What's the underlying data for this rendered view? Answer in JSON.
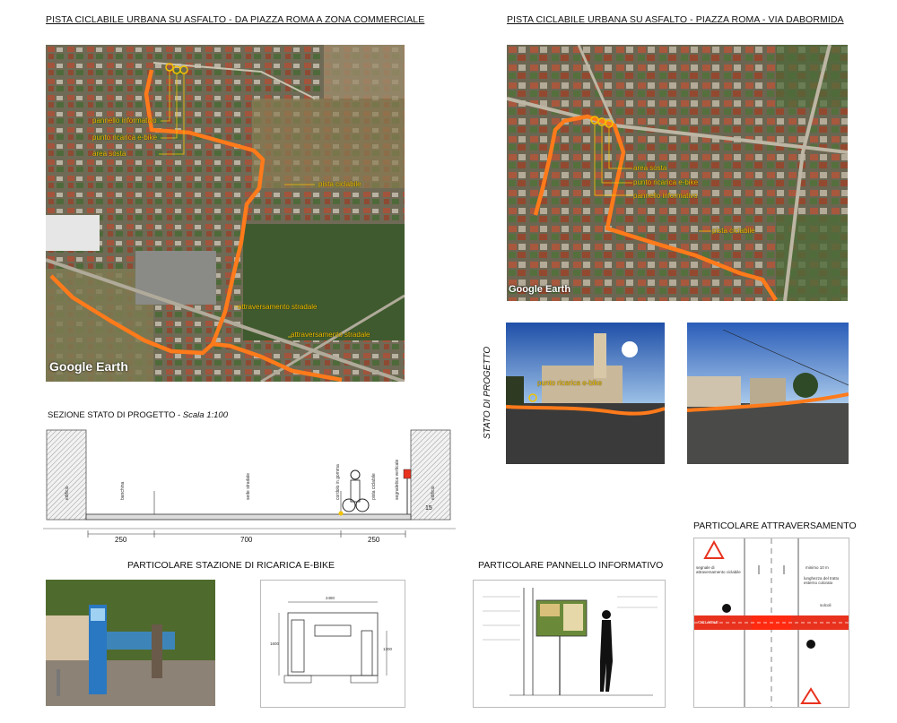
{
  "left_map": {
    "title": "PISTA CICLABILE URBANA SU ASFALTO - DA PIAZZA ROMA A ZONA COMMERCIALE",
    "labels": {
      "pannello": "pannello informativo",
      "ricarica": "punto ricarica e-bike",
      "sosta": "area sosta",
      "pista": "pista ciclabile",
      "attr1": "attraversamento stradale",
      "attr2": "attraversamento stradale"
    },
    "watermark": "Google Earth"
  },
  "right_map": {
    "title": "PISTA CICLABILE URBANA SU ASFALTO  -  PIAZZA ROMA  -   VIA DABORMIDA",
    "labels": {
      "sosta": "area sosta",
      "ricarica": "punto ricarica e-bike",
      "pannello": "pannello informativo",
      "pista": "pista ciclabile"
    },
    "watermark": "Google Earth"
  },
  "stato_progetto": {
    "label": "STATO DI PROGETTO",
    "photo1_label": "punto ricarica e-bike"
  },
  "section": {
    "title": "SEZIONE STATO DI PROGETTO - ",
    "scale": "Scala 1:100",
    "labels": {
      "edificio_l": "edificio",
      "banchina": "banchina",
      "sede": "sede stradale",
      "cordolo": "cordolo in gomma",
      "pista": "pista ciclabile",
      "segnaletica": "segnaletica verticale",
      "edificio_r": "edificio",
      "h15": "15"
    },
    "dims": [
      "250",
      "700",
      "250"
    ]
  },
  "details": {
    "ricarica_title": "PARTICOLARE STAZIONE DI RICARICA E-BIKE",
    "pannello_title": "PARTICOLARE PANNELLO INFORMATIVO",
    "attraversamento_title": "PARTICOLARE ATTRAVERSAMENTO",
    "ricarica_dims": {
      "width": "2480",
      "h1": "1600",
      "h2": "1300"
    },
    "attraversamento_labels": {
      "segnale": "segnale di attraversamento ciclabile",
      "minimo": "minimo 10 m",
      "lunghezza": "lunghezza del tratto esterno colorato",
      "solcoli": "solcoli",
      "ciclabile": "CICLABILE"
    }
  },
  "colors": {
    "route_orange": "#ff7a1a",
    "label_yellow": "#f2c200",
    "crossing_red": "#e8321e",
    "chart_bg": "#ffffff"
  }
}
